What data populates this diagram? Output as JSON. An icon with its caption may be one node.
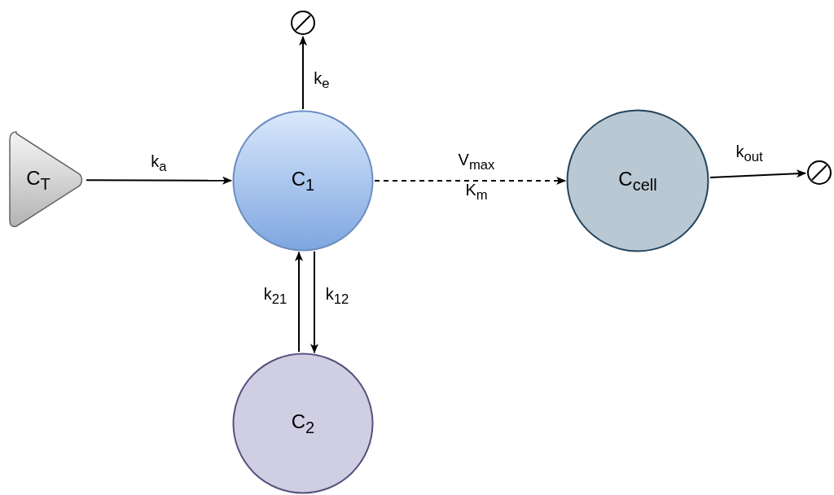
{
  "diagram": {
    "nodes": [
      {
        "text": [],
        "shape": "circle"
      },
      {
        "text": [
          "C$_{T}$"
        ]
      },
      {
        "text": [
          "C$_{1}$"
        ]
      },
      {
        "text": [
          "C$_{cell}$"
        ]
      },
      {
        "text": [],
        "shape": "circle"
      },
      {
        "text": [
          "C$_{2}$"
        ]
      }
    ],
    "edges": [
      {
        "from": 1,
        "to": 2,
        "arrow": "to",
        "label": "k$_{a}$"
      },
      {
        "from": 2,
        "to": 0,
        "arrow": "to",
        "label": "k$_{e}$"
      },
      {
        "from": 2,
        "to": 3,
        "arrow": "to",
        "label": "V$_{max}$ K$_{m}$",
        "style": "dashed"
      },
      {
        "from": 3,
        "to": 4,
        "arrow": "to",
        "label": "k$_{out}$"
      },
      {
        "from": 5,
        "to": 2,
        "arrow": "to",
        "label": "k$_{21}$"
      },
      {
        "from": 2,
        "to": 5,
        "arrow": "to",
        "label": "k$_{12}$"
      }
    ]
  }
}
